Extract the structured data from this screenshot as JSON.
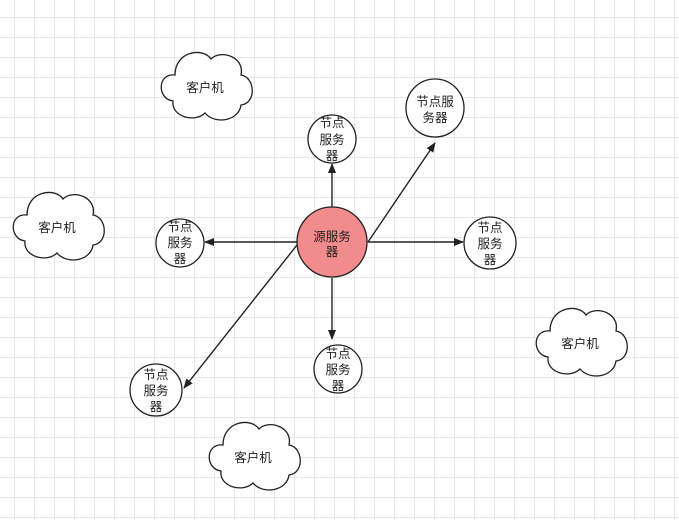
{
  "diagram": {
    "source_server": {
      "lines": [
        "源服务",
        "器"
      ],
      "fill": "#f28b8b"
    },
    "nodes": {
      "top": {
        "lines": [
          "节点",
          "服务",
          "器"
        ]
      },
      "top_right": {
        "lines": [
          "节点服",
          "务器"
        ]
      },
      "right": {
        "lines": [
          "节点",
          "服务",
          "器"
        ]
      },
      "left": {
        "lines": [
          "节点",
          "服务",
          "器"
        ]
      },
      "bottom": {
        "lines": [
          "节点",
          "服务",
          "器"
        ]
      },
      "bottom_left": {
        "lines": [
          "节点",
          "服务",
          "器"
        ]
      }
    },
    "clients": {
      "top_left": {
        "label": "客户机"
      },
      "left": {
        "label": "客户机"
      },
      "right": {
        "label": "客户机"
      },
      "bottom": {
        "label": "客户机"
      }
    },
    "colors": {
      "stroke": "#222222",
      "node_fill": "#ffffff",
      "grid": "#e7e7e7"
    }
  }
}
